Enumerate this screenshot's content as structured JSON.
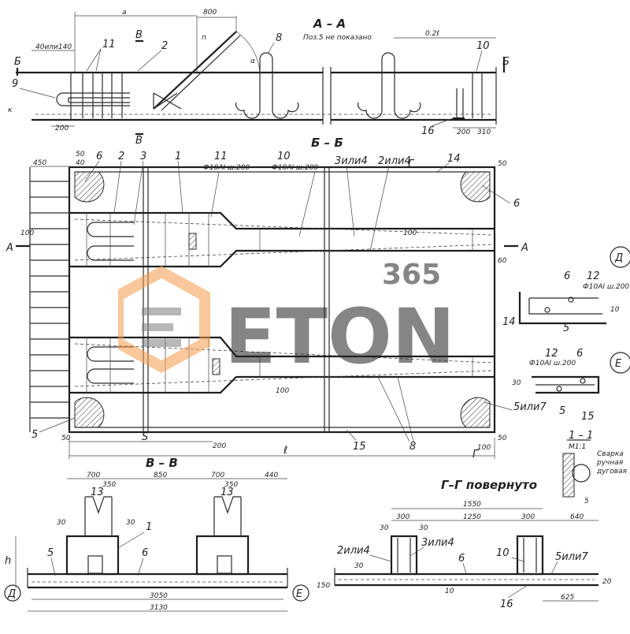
{
  "section_titles": {
    "aa": "А – А",
    "aa_note": "Поз.5 не показано",
    "bb": "Б – Б",
    "vv": "В – В",
    "gg": "Г–Г повернуто",
    "detail_d": "Д",
    "detail_e": "Е",
    "section_11": "1 – 1",
    "section_11_scale": "М1:1",
    "weld_note_1": "Сварка",
    "weld_note_2": "ручная",
    "weld_note_3": "дуговая"
  },
  "cut_marks": {
    "b": "Б",
    "v": "В",
    "g": "Г",
    "a": "А"
  },
  "dims": {
    "a": "а",
    "d800": "800",
    "d40_140": "40или140",
    "d200": "200",
    "d310": "310",
    "d02l": "0.2ℓ",
    "k": "к",
    "d450": "450",
    "d50": "50",
    "d40": "40",
    "d60": "60",
    "d100": "100",
    "s": "S",
    "l": "ℓ",
    "d700": "700",
    "d350": "350",
    "d850": "850",
    "d440": "440",
    "d30": "30",
    "d3050": "3050",
    "d3130": "3130",
    "h": "h",
    "d1550": "1550",
    "d300": "300",
    "d1250": "1250",
    "d640": "640",
    "d625": "625",
    "d150": "150",
    "d5": "5",
    "d20": "20",
    "d10": "10",
    "alpha": "α",
    "n": "п"
  },
  "rebar_specs": {
    "s11": "Ф10АI ш.200",
    "s10": "Ф10АI ш.200",
    "s12": "Ф10АI ш.200"
  },
  "positions": {
    "p1": "1",
    "p2": "2",
    "p3": "3",
    "p5": "5",
    "p6": "6",
    "p8": "8",
    "p9": "9",
    "p10": "10",
    "p11": "11",
    "p12": "12",
    "p13": "13",
    "p14": "14",
    "p15": "15",
    "p16": "16",
    "p3or4": "3или4",
    "p2or4": "2или4",
    "p5or7": "5или7"
  },
  "watermark": {
    "number": "365",
    "brand": "ETON"
  },
  "colors": {
    "ink": "#222222",
    "watermark_orange": "#f39a4a",
    "watermark_gray": "#7d7d7d"
  }
}
